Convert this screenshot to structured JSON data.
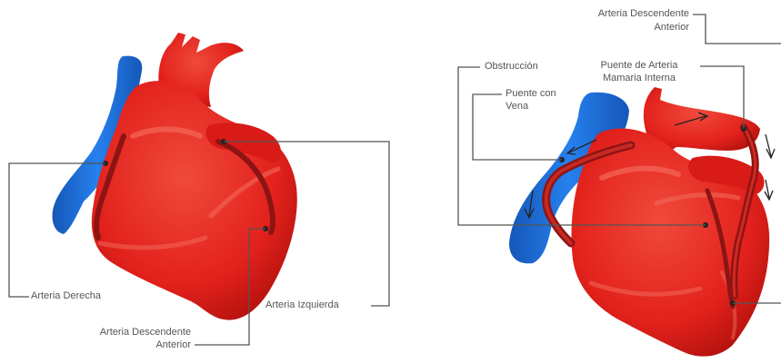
{
  "colors": {
    "heart_red": "#e8231f",
    "heart_dark": "#c9140f",
    "heart_highlight": "#f25a4a",
    "vein_blue": "#1a6fe0",
    "vein_dark": "#1557b8",
    "artery_dark": "#8e1414",
    "leader_line": "#555555",
    "label_text": "#555555"
  },
  "left_heart": {
    "labels": {
      "arteria_derecha": "Arteria Derecha",
      "arteria_izquierda": "Arteria Izquierda",
      "arteria_descendente_l1": "Arteria Descendente",
      "arteria_descendente_l2": "Anterior"
    }
  },
  "right_heart": {
    "labels": {
      "arteria_descendente_l1": "Arteria Descendente",
      "arteria_descendente_l2": "Anterior",
      "obstruccion": "Obstrucción",
      "puente_arteria_l1": "Puente de Arteria",
      "puente_arteria_l2": "Mamaria Interna",
      "puente_vena_l1": "Puente con",
      "puente_vena_l2": "Vena"
    }
  }
}
